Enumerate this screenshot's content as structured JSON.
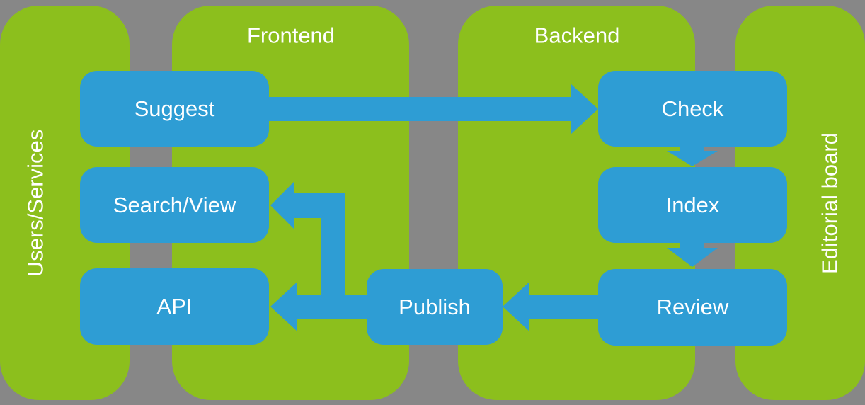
{
  "colors": {
    "background": "#878787",
    "lane_green": "#8CBF1D",
    "node_blue": "#2E9DD4",
    "label_text": "#FFFFFF"
  },
  "lanes": [
    {
      "label": "Users/Services",
      "orientation": "vertical"
    },
    {
      "label": "Frontend",
      "orientation": "horizontal"
    },
    {
      "label": "Backend",
      "orientation": "horizontal"
    },
    {
      "label": "Editorial board",
      "orientation": "vertical"
    }
  ],
  "nodes": [
    {
      "label": "Suggest"
    },
    {
      "label": "Search/View"
    },
    {
      "label": "API"
    },
    {
      "label": "Check"
    },
    {
      "label": "Index"
    },
    {
      "label": "Review"
    },
    {
      "label": "Publish"
    }
  ],
  "edges": [
    {
      "from": "Suggest",
      "to": "Check"
    },
    {
      "from": "Check",
      "to": "Index"
    },
    {
      "from": "Index",
      "to": "Review"
    },
    {
      "from": "Review",
      "to": "Publish"
    },
    {
      "from": "Publish",
      "to": "API"
    },
    {
      "from": "Publish",
      "to": "Search/View"
    }
  ]
}
